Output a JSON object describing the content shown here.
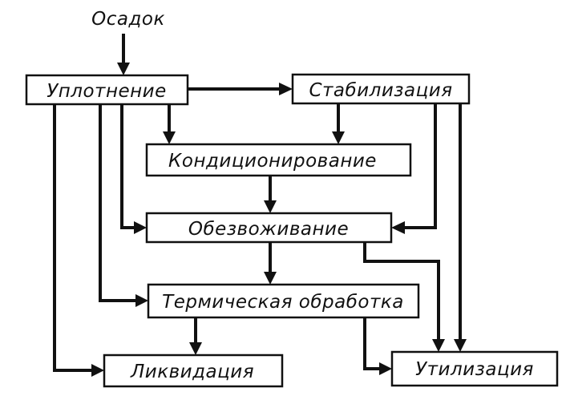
{
  "input_label": "Осадок",
  "nodes": {
    "uplotnenie": "Уплотнение",
    "stabilizatsiya": "Стабилизация",
    "konditsionirovanie": "Кондиционирование",
    "obezvozhivanie": "Обезвоживание",
    "termicheskaya": "Термическая обработка",
    "likvidatsiya": "Ликвидация",
    "utilizatsiya": "Утилизация"
  },
  "edges": [
    {
      "from": "input",
      "to": "uplotnenie"
    },
    {
      "from": "uplotnenie",
      "to": "stabilizatsiya"
    },
    {
      "from": "uplotnenie",
      "to": "konditsionirovanie"
    },
    {
      "from": "stabilizatsiya",
      "to": "konditsionirovanie"
    },
    {
      "from": "uplotnenie",
      "to": "obezvozhivanie"
    },
    {
      "from": "stabilizatsiya",
      "to": "obezvozhivanie"
    },
    {
      "from": "konditsionirovanie",
      "to": "obezvozhivanie"
    },
    {
      "from": "uplotnenie",
      "to": "termicheskaya"
    },
    {
      "from": "obezvozhivanie",
      "to": "termicheskaya"
    },
    {
      "from": "uplotnenie",
      "to": "likvidatsiya"
    },
    {
      "from": "termicheskaya",
      "to": "likvidatsiya"
    },
    {
      "from": "termicheskaya",
      "to": "utilizatsiya"
    },
    {
      "from": "obezvozhivanie",
      "to": "utilizatsiya"
    },
    {
      "from": "stabilizatsiya",
      "to": "utilizatsiya"
    }
  ]
}
